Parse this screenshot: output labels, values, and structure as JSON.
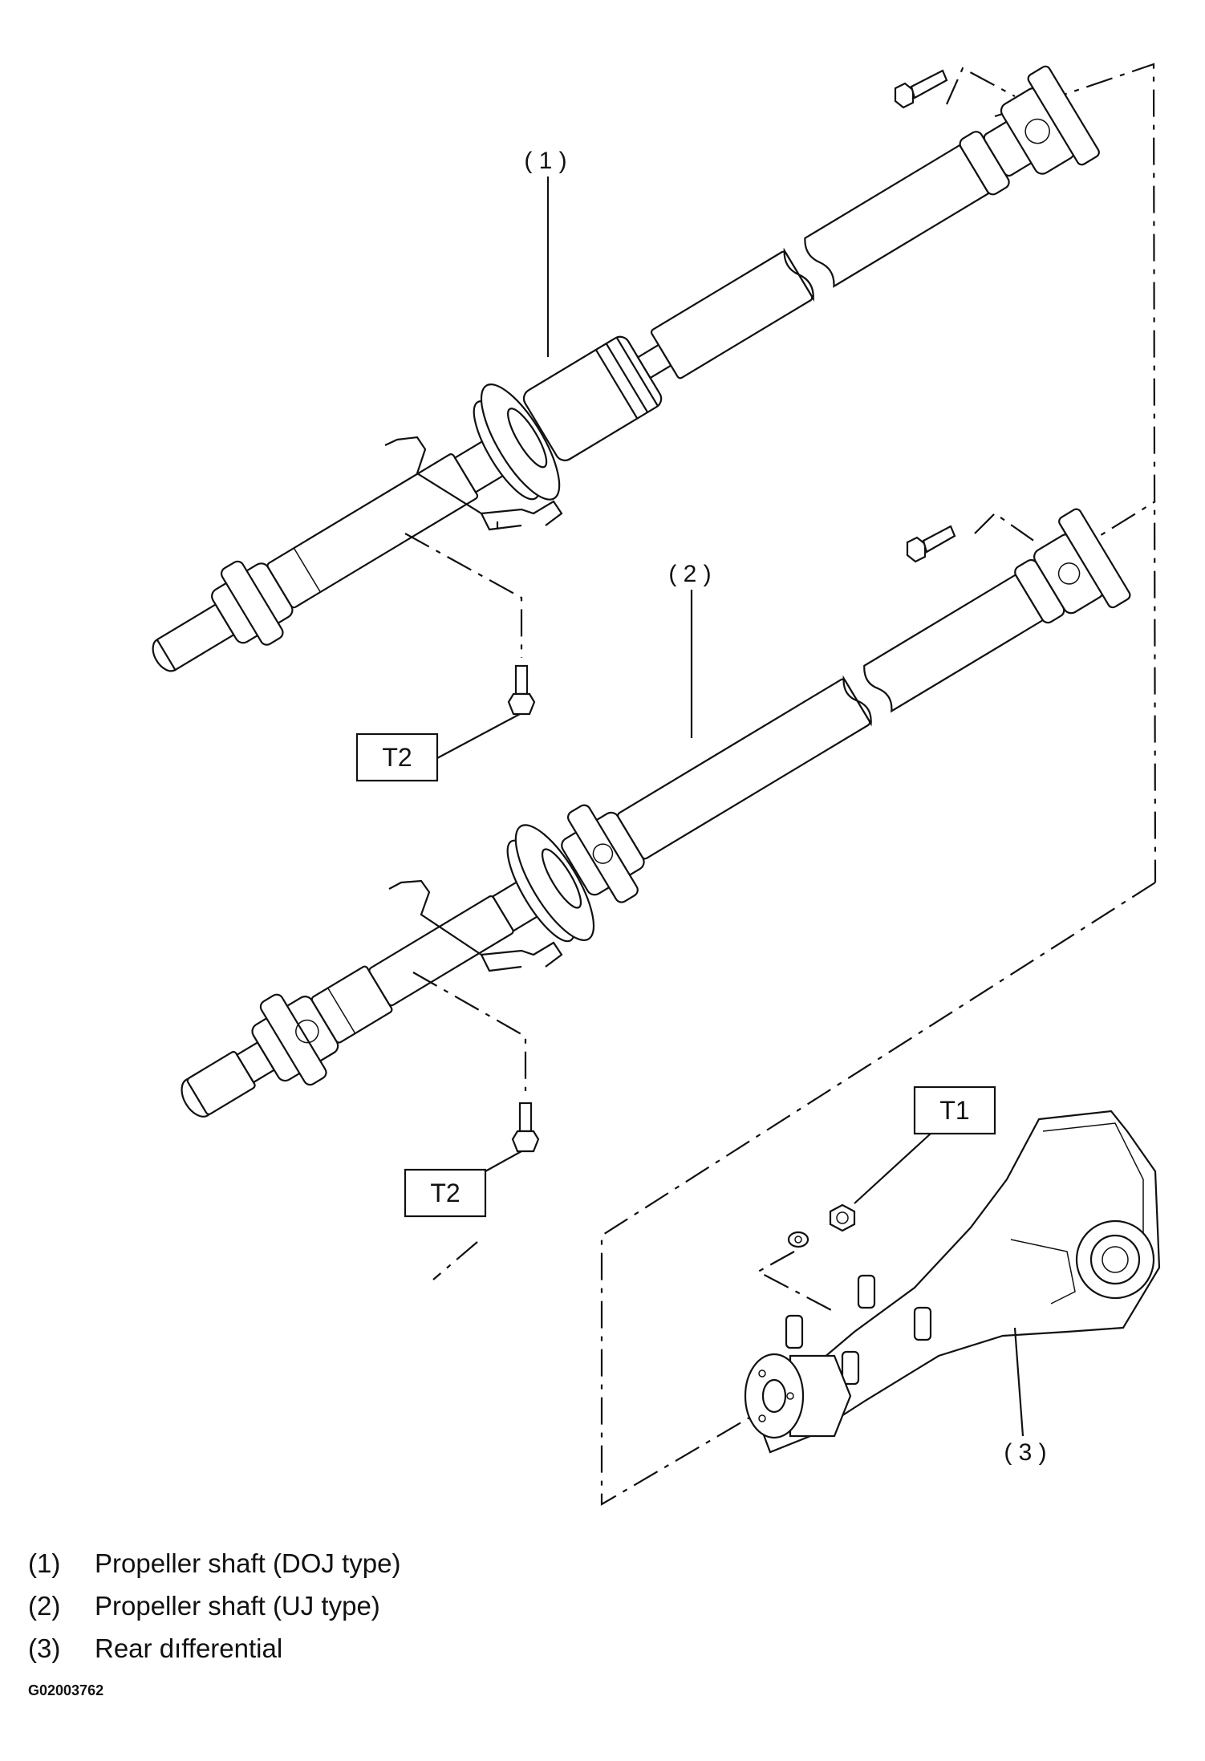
{
  "callouts": {
    "c1": "( 1 )",
    "c2": "( 2 )",
    "c3": "( 3 )"
  },
  "torque_labels": {
    "t2_upper": "T2",
    "t2_lower": "T2",
    "t1": "T1"
  },
  "legend": [
    {
      "num": "(1)",
      "text": "Propeller shaft (DOJ type)"
    },
    {
      "num": "(2)",
      "text": "Propeller shaft (UJ type)"
    },
    {
      "num": "(3)",
      "text": "Rear dıfferential"
    }
  ],
  "figure_code": "G02003762"
}
